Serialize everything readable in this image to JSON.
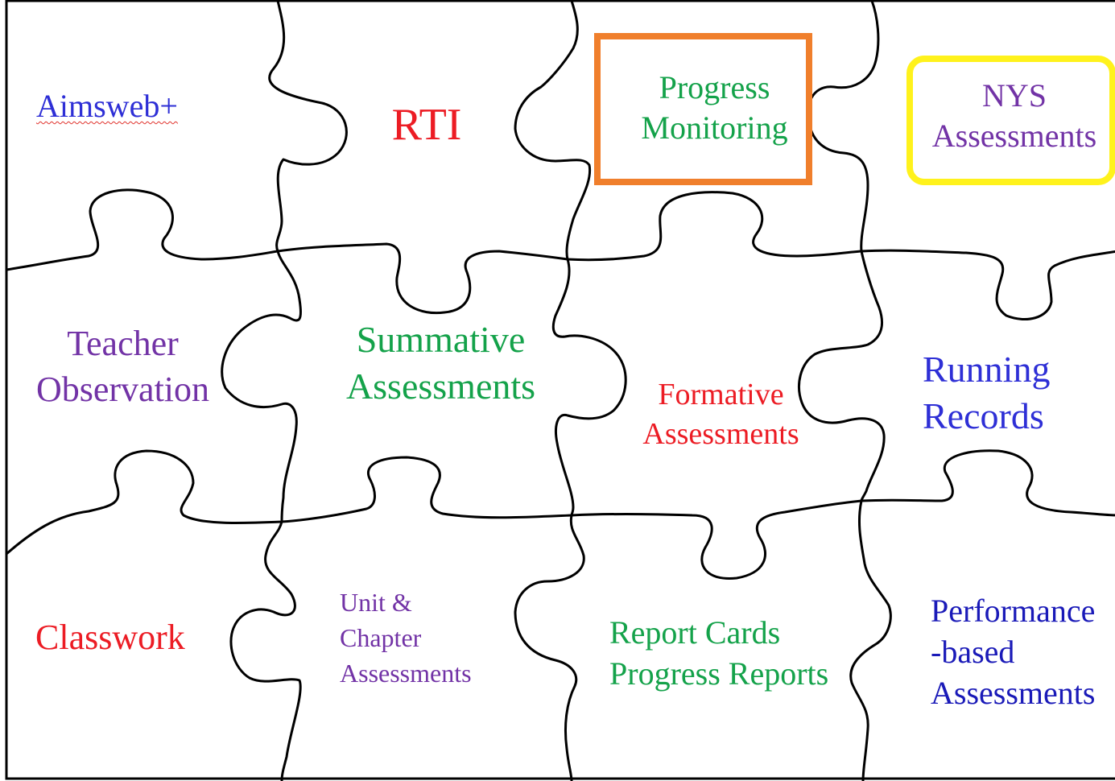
{
  "pieces": {
    "aimsweb": {
      "text": "Aimsweb+",
      "color": "#2e2fd6"
    },
    "rti": {
      "text": "RTI",
      "color": "#ec1c24"
    },
    "progress_monitoring": {
      "line1": "Progress",
      "line2": "Monitoring",
      "color": "#14a24a"
    },
    "nys": {
      "line1": "NYS",
      "line2": "Assessments",
      "color": "#7233a6"
    },
    "teacher_observation": {
      "line1": "Teacher",
      "line2": "Observation",
      "color": "#7233a6"
    },
    "summative": {
      "line1": "Summative",
      "line2": "Assessments",
      "color": "#14a24a"
    },
    "formative": {
      "line1": "Formative",
      "line2": "Assessments",
      "color": "#ec1c24"
    },
    "running_records": {
      "line1": "Running",
      "line2": "Records",
      "color": "#2e2fd6"
    },
    "classwork": {
      "text": "Classwork",
      "color": "#ec1c24"
    },
    "unit_chapter": {
      "line1": "Unit &",
      "line2": "Chapter",
      "line3": "Assessments",
      "color": "#7233a6"
    },
    "report_cards": {
      "line1": "Report Cards",
      "line2": "Progress Reports",
      "color": "#14a24a"
    },
    "performance": {
      "line1": "Performance",
      "line2": "-based",
      "line3": "Assessments",
      "color": "#1a1ab8"
    }
  },
  "highlights": {
    "orange_box_color": "#f07f2c",
    "yellow_box_color": "#fff21c"
  },
  "grid_line_color": "#000000"
}
